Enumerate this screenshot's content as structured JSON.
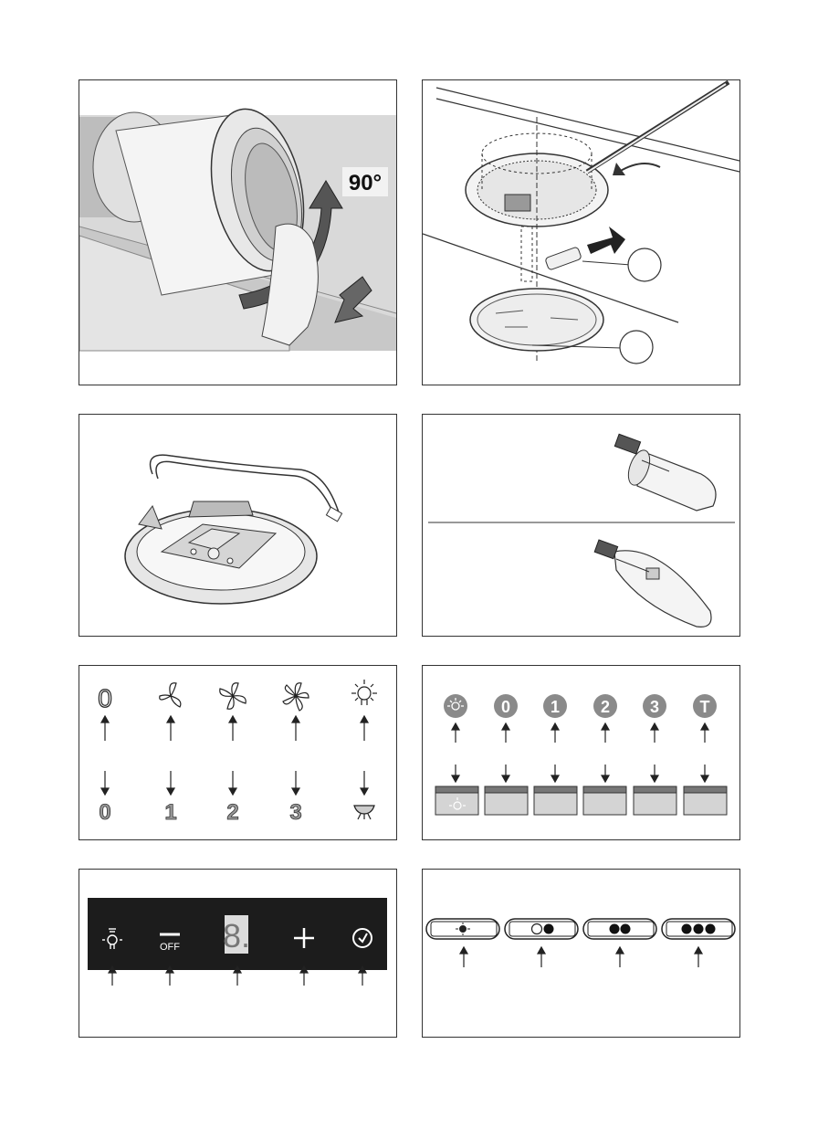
{
  "panel1": {
    "angle_label": "90°"
  },
  "panel5": {
    "top_symbols": [
      "0"
    ],
    "bottom_digits": [
      "0",
      "1",
      "2",
      "3"
    ]
  },
  "panel6": {
    "buttons": [
      "0",
      "1",
      "2",
      "3",
      "T"
    ]
  },
  "panel7": {
    "off_label": "OFF",
    "display_digit": "8."
  }
}
